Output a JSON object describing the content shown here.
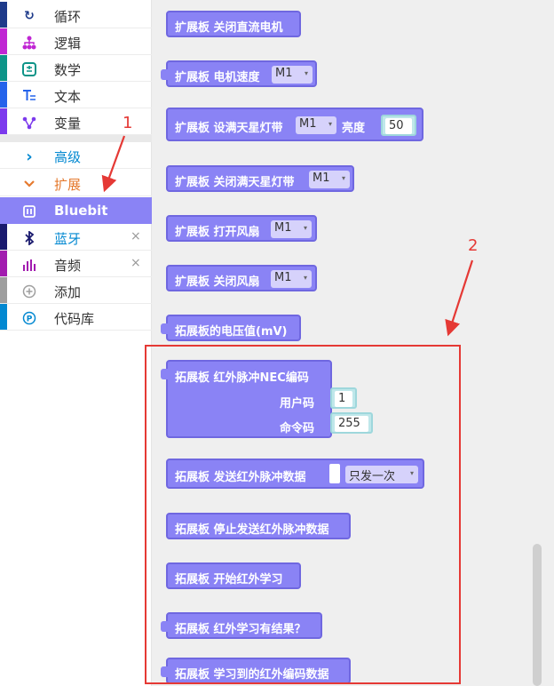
{
  "sidebar": {
    "items": [
      {
        "label": "循环",
        "icon": "loop-icon",
        "glyph": "↻",
        "color": "#1e3a8a"
      },
      {
        "label": "逻辑",
        "icon": "logic-icon",
        "glyph": "⚫",
        "color": "#c026d3"
      },
      {
        "label": "数学",
        "icon": "math-icon",
        "glyph": "▦",
        "color": "#0d9488"
      },
      {
        "label": "文本",
        "icon": "text-icon",
        "glyph": "T",
        "color": "#2563eb"
      },
      {
        "label": "变量",
        "icon": "variable-icon",
        "glyph": "ᛝ",
        "color": "#7c3aed"
      },
      {
        "label": "高级",
        "icon": "chevron-right-icon",
        "glyph": "›",
        "color": "#0288d1"
      },
      {
        "label": "扩展",
        "icon": "chevron-down-icon",
        "glyph": "⌄",
        "color": "#e57a2f"
      },
      {
        "label": "Bluebit",
        "icon": "bluebit-icon",
        "glyph": "⛶",
        "color": "#8a83f5"
      },
      {
        "label": "蓝牙",
        "icon": "bluetooth-icon",
        "glyph": "ᛒ",
        "color": "#1a1a6e"
      },
      {
        "label": "音频",
        "icon": "audio-icon",
        "glyph": "ılı",
        "color": "#a21caf"
      },
      {
        "label": "添加",
        "icon": "add-icon",
        "glyph": "⊕",
        "color": "#9e9e9e"
      },
      {
        "label": "代码库",
        "icon": "package-icon",
        "glyph": "Ⓟ",
        "color": "#0288d1"
      }
    ],
    "close_glyph": "×"
  },
  "blocks": {
    "motor_off": "扩展板 关闭直流电机",
    "motor_speed": "扩展板 电机速度",
    "motor_speed_dd": "M1",
    "led_set": "扩展板 设满天星灯带",
    "led_set_dd": "M1",
    "led_brightness": "亮度",
    "led_brightness_val": "50",
    "led_off": "扩展板 关闭满天星灯带",
    "led_off_dd": "M1",
    "fan_on": "扩展板 打开风扇",
    "fan_on_dd": "M1",
    "fan_off": "扩展板 关闭风扇",
    "fan_off_dd": "M1",
    "voltage": "拓展板的电压值(mV)",
    "ir_nec": "拓展板 红外脉冲NEC编码",
    "ir_user_code": "用户码",
    "ir_user_code_val": "1",
    "ir_cmd_code": "命令码",
    "ir_cmd_code_val": "255",
    "ir_send": "拓展板 发送红外脉冲数据",
    "ir_send_dd": "只发一次",
    "ir_stop": "拓展板 停止发送红外脉冲数据",
    "ir_learn": "拓展板 开始红外学习",
    "ir_result": "拓展板 红外学习有结果？",
    "ir_learned": "拓展板 学习到的红外编码数据"
  },
  "annotations": {
    "label1": "1",
    "label2": "2",
    "color": "#e53935"
  },
  "arrow_glyph": "▾"
}
